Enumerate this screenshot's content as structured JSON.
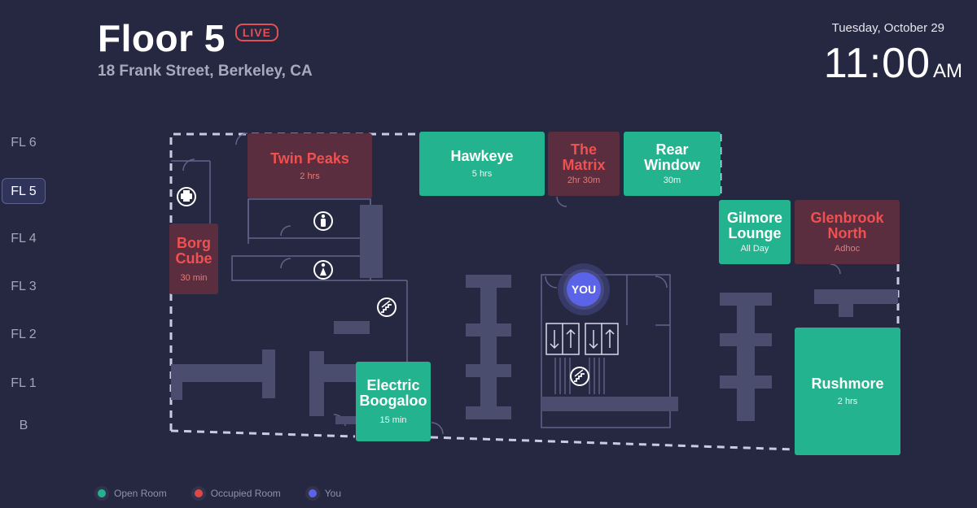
{
  "header": {
    "floor_title": "Floor 5",
    "live_label": "LIVE",
    "address": "18 Frank Street, Berkeley, CA"
  },
  "clock": {
    "date": "Tuesday, October 29",
    "time": "11:00",
    "ampm": "AM"
  },
  "floors": [
    {
      "label": "FL 6",
      "active": false
    },
    {
      "label": "FL 5",
      "active": true
    },
    {
      "label": "FL 4",
      "active": false
    },
    {
      "label": "FL 3",
      "active": false
    },
    {
      "label": "FL 2",
      "active": false
    },
    {
      "label": "FL 1",
      "active": false
    },
    {
      "label": "B",
      "active": false
    }
  ],
  "rooms": {
    "twin_peaks": {
      "name": "Twin Peaks",
      "duration": "2 hrs",
      "status": "occupied"
    },
    "hawkeye": {
      "name": "Hawkeye",
      "duration": "5 hrs",
      "status": "open"
    },
    "the_matrix": {
      "name": "The Matrix",
      "duration": "2hr 30m",
      "status": "occupied"
    },
    "rear_window": {
      "name": "Rear Window",
      "duration": "30m",
      "status": "open"
    },
    "gilmore_lounge": {
      "name": "Gilmore Lounge",
      "duration": "All Day",
      "status": "open"
    },
    "glenbrook_north": {
      "name": "Glenbrook North",
      "duration": "Adhoc",
      "status": "occupied"
    },
    "borg_cube": {
      "name": "Borg Cube",
      "duration": "30 min",
      "status": "occupied"
    },
    "electric_boogaloo": {
      "name": "Electric Boogaloo",
      "duration": "15 min",
      "status": "open"
    },
    "rushmore": {
      "name": "Rushmore",
      "duration": "2 hrs",
      "status": "open"
    }
  },
  "you_marker": {
    "label": "YOU"
  },
  "legend": {
    "open": "Open Room",
    "occupied": "Occupied Room",
    "you": "You"
  },
  "colors": {
    "background": "#262741",
    "open": "#23b38e",
    "occupied_fill": "#5a2e3f",
    "occupied_text": "#f0504f",
    "you": "#5b63e8",
    "wall": "#4a4c6f"
  },
  "icons": [
    "printer-icon",
    "mens-restroom-icon",
    "womens-restroom-icon",
    "stairs-icon",
    "elevator-icon"
  ]
}
